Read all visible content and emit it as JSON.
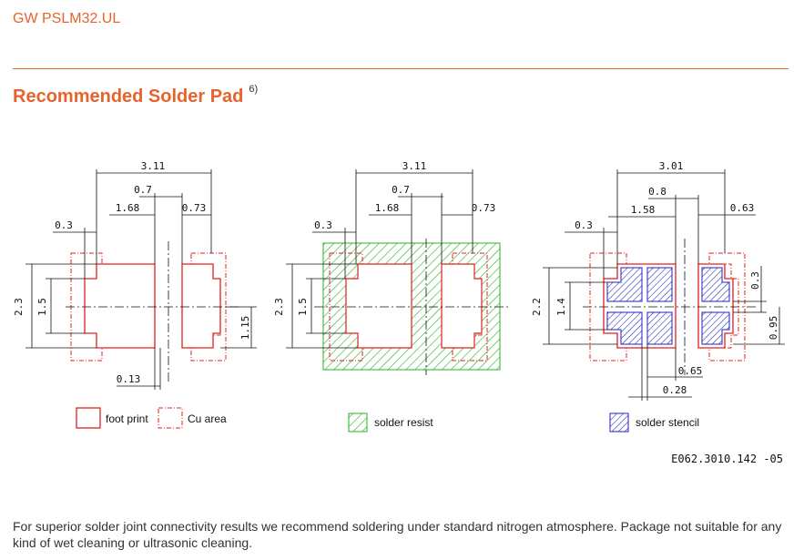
{
  "header": {
    "doc_title": "GW PSLM32.UL",
    "section_title": "Recommended Solder Pad",
    "footnote_ref": "6)"
  },
  "colors": {
    "accent": "#e8632c",
    "footprint": "#e02020",
    "solder_resist": "#27b027",
    "solder_stencil": "#2020c0"
  },
  "views": {
    "footprint": {
      "dim_width": "3.11",
      "dim_gap": "0.7",
      "dim_pad": "1.68",
      "dim_pad2": "0.73",
      "dim_offset": "0.3",
      "dim_height": "2.3",
      "dim_inner_height": "1.5",
      "dim_pad2_height": "1.15",
      "dim_spacing": "0.13"
    },
    "resist": {
      "dim_width": "3.11",
      "dim_gap": "0.7",
      "dim_pad": "1.68",
      "dim_pad2": "0.73",
      "dim_offset": "0.3",
      "dim_height": "2.3",
      "dim_inner_height": "1.5"
    },
    "stencil": {
      "dim_width": "3.01",
      "dim_gap": "0.8",
      "dim_pad": "1.58",
      "dim_pad2": "0.63",
      "dim_offset": "0.3",
      "dim_height": "2.2",
      "dim_inner_height": "1.4",
      "dim_right_top": "0.3",
      "dim_right_height": "0.95",
      "dim_slot": "0.65",
      "dim_web": "0.28"
    }
  },
  "legend": {
    "foot_print": "foot print",
    "cu_area": "Cu area",
    "solder_resist": "solder resist",
    "solder_stencil": "solder stencil"
  },
  "drawing_code": "E062.3010.142 -05",
  "footnote": "For superior solder joint connectivity results we recommend soldering under standard nitrogen atmosphere. Package not suitable for any kind of wet cleaning or ultrasonic cleaning."
}
